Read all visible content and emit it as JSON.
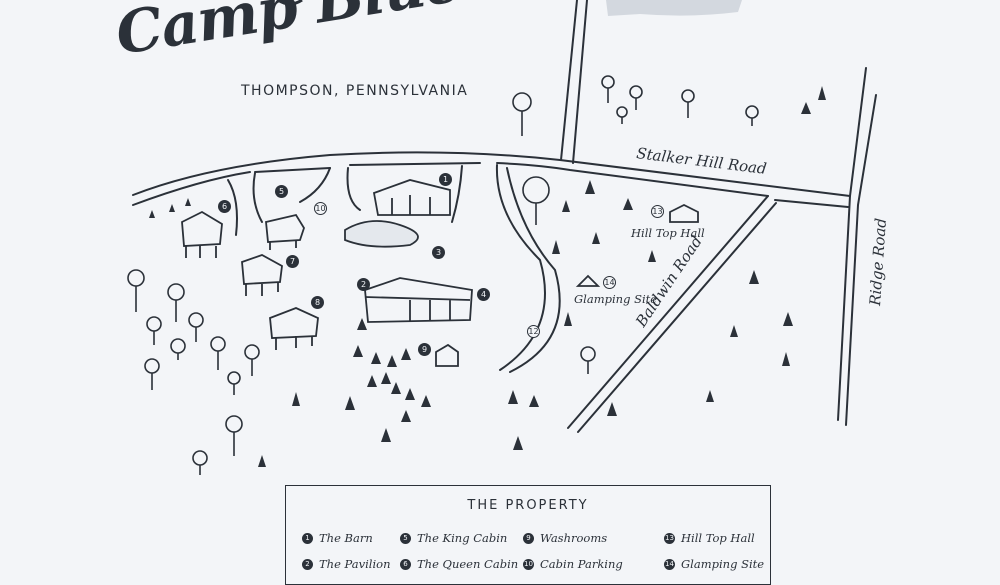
{
  "map": {
    "title": "Camp Bluestone",
    "subtitle": "THOMPSON, PENNSYLVANIA",
    "roads": {
      "stalker_hill": "Stalker Hill Road",
      "baldwin": "Baldwin Road",
      "ridge": "Ridge Road"
    },
    "places": {
      "hill_top_hall": "Hill Top Hall",
      "glamping_site": "Glamping Site"
    },
    "markers": [
      "1",
      "2",
      "3",
      "4",
      "5",
      "6",
      "7",
      "8",
      "9",
      "10",
      "12",
      "13",
      "14"
    ]
  },
  "legend": {
    "title": "THE PROPERTY",
    "items": [
      {
        "num": "1",
        "label": "The Barn"
      },
      {
        "num": "5",
        "label": "The King Cabin"
      },
      {
        "num": "9",
        "label": "Washrooms"
      },
      {
        "num": "13",
        "label": "Hill Top Hall"
      },
      {
        "num": "2",
        "label": "The Pavilion"
      },
      {
        "num": "6",
        "label": "The Queen Cabin"
      },
      {
        "num": "10",
        "label": "Cabin Parking"
      },
      {
        "num": "14",
        "label": "Glamping Site"
      }
    ]
  },
  "colors": {
    "ink": "#2b3139",
    "paper": "#f3f5f8",
    "accent": "#d3d8df"
  }
}
